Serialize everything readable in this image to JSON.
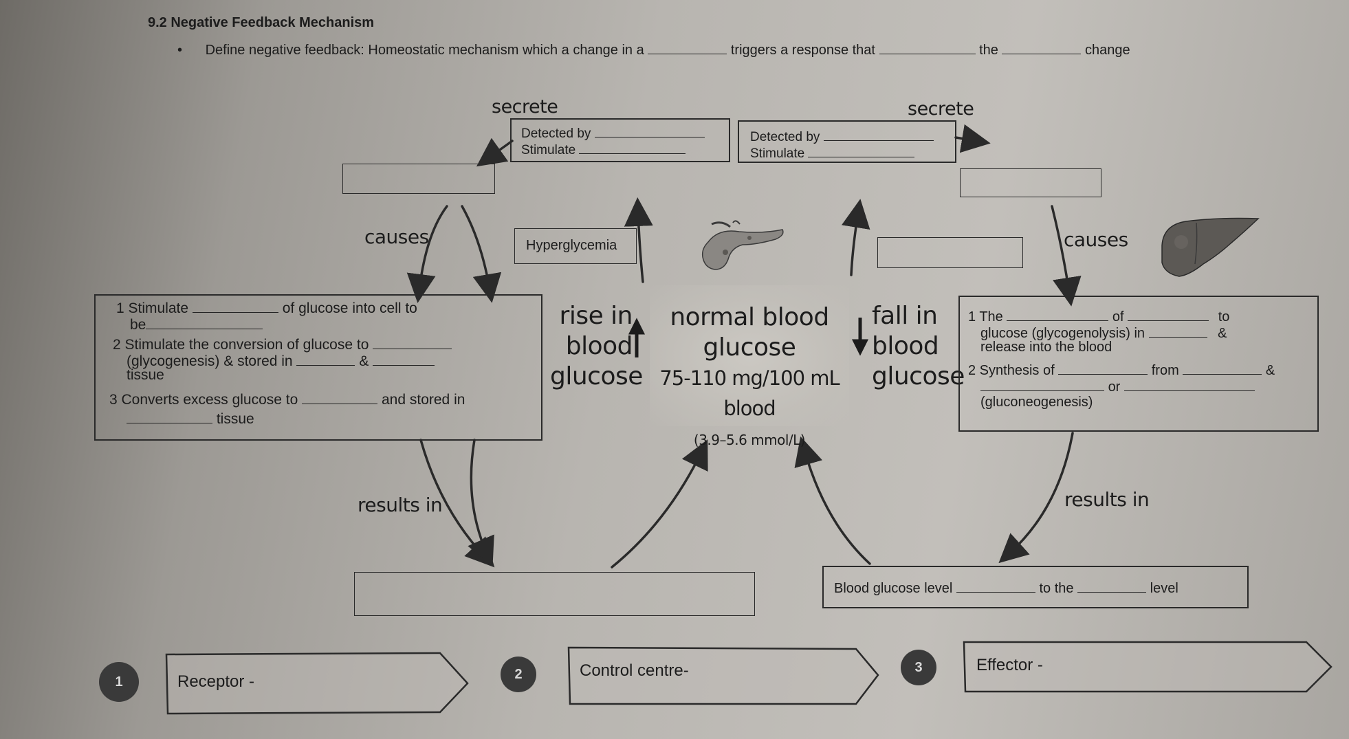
{
  "heading": "9.2 Negative Feedback Mechanism",
  "definition": {
    "bullet": "•",
    "label": "Define negative feedback:",
    "text1": "Homeostatic mechanism which a change in a",
    "text2": "triggers a response that",
    "text3": "the",
    "text4": "change"
  },
  "top_left": {
    "secrete": "secrete",
    "detected": "Detected by",
    "stimulate": "Stimulate"
  },
  "top_right": {
    "secrete": "secrete",
    "detected": "Detected by",
    "stimulate": "Stimulate"
  },
  "labels": {
    "causes_left": "causes",
    "causes_right": "causes",
    "results_left": "results in",
    "results_right": "results in",
    "hyperglycemia": "Hyperglycemia"
  },
  "left_effects": {
    "l1a": "1 Stimulate",
    "l1b": "of glucose into cell to",
    "l1c": "be",
    "l2a": "2 Stimulate the conversion of glucose to",
    "l2b": "(glycogenesis) & stored in",
    "l2amp": "&",
    "l2c": "tissue",
    "l3a": "3 Converts excess glucose to",
    "l3b": "and stored in",
    "l3c": "tissue"
  },
  "right_effects": {
    "r1a": "1 The",
    "r1of": "of",
    "r1to": "to",
    "r1b": "glucose (glycogenolysis) in",
    "r1amp": "&",
    "r1c": "release into the blood",
    "r2a": "2 Synthesis of",
    "r2from": "from",
    "r2amp": "&",
    "r2or": "or",
    "r2c": "(gluconeogenesis)"
  },
  "center": {
    "rise1": "rise in",
    "rise2": "blood",
    "rise3": "glucose",
    "normal1": "normal blood",
    "normal2": "glucose",
    "range": "75-110 mg/100 mL blood",
    "mmol": "(3.9–5.6 mmol/L)",
    "fall1": "fall in",
    "fall2": "blood",
    "fall3": "glucose"
  },
  "bottom_right": {
    "t1": "Blood glucose level",
    "t2": "to the",
    "t3": "level"
  },
  "legend": [
    {
      "num": "1",
      "label": "Receptor -"
    },
    {
      "num": "2",
      "label": "Control centre-"
    },
    {
      "num": "3",
      "label": "Effector -"
    }
  ],
  "colors": {
    "ink": "#1c1c1c",
    "paper": "#bdbab5"
  },
  "icons": [
    "pancreas-icon",
    "liver-icon"
  ]
}
